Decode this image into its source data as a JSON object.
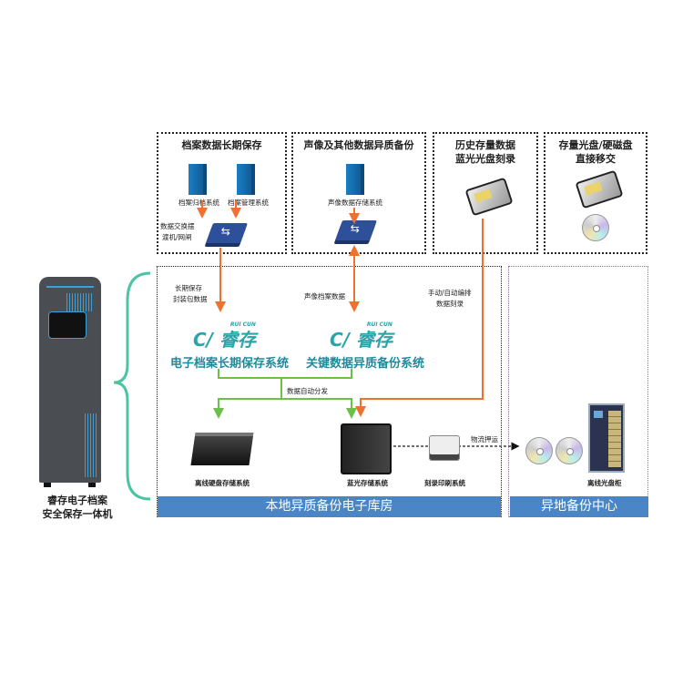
{
  "top_boxes": [
    {
      "title": "档案数据长期保存",
      "items": [
        "档案归档系统",
        "档案管理系统"
      ],
      "switch_label": [
        "数据交换摆",
        "渡机/网闸"
      ]
    },
    {
      "title": "声像及其他数据异质备份",
      "items": [
        "声像数据存储系统"
      ]
    },
    {
      "title": [
        "历史存量数据",
        "蓝光光盘刻录"
      ]
    },
    {
      "title": [
        "存量光盘/硬磁盘",
        "直接移交"
      ]
    }
  ],
  "flow_labels": {
    "long_term": [
      "长期保存",
      "封装包数据"
    ],
    "av_data": "声像档案数据",
    "manual": [
      "手动/自动编排",
      "数据刻录"
    ],
    "distribute": "数据自动分发",
    "logistics": "物流押运"
  },
  "logo": {
    "brand": "睿存",
    "brand_en": "RUI CUN"
  },
  "systems": [
    "电子档案长期保存系统",
    "关键数据异质备份系统"
  ],
  "devices": {
    "hdd_storage": "离线硬盘存储系统",
    "bluray_storage": "蓝光存储系统",
    "print": "刻录印刷系统",
    "disc_cabinet": "离线光盘柜"
  },
  "zones": {
    "local": "本地异质备份电子库房",
    "remote": "异地备份中心"
  },
  "machine": {
    "label": [
      "睿存电子档案",
      "安全保存一体机"
    ]
  },
  "colors": {
    "orange": "#f07030",
    "green": "#6cc04a",
    "blue": "#4a86c5",
    "teal": "#2aa4a9",
    "purple": "#9a6cc0"
  }
}
